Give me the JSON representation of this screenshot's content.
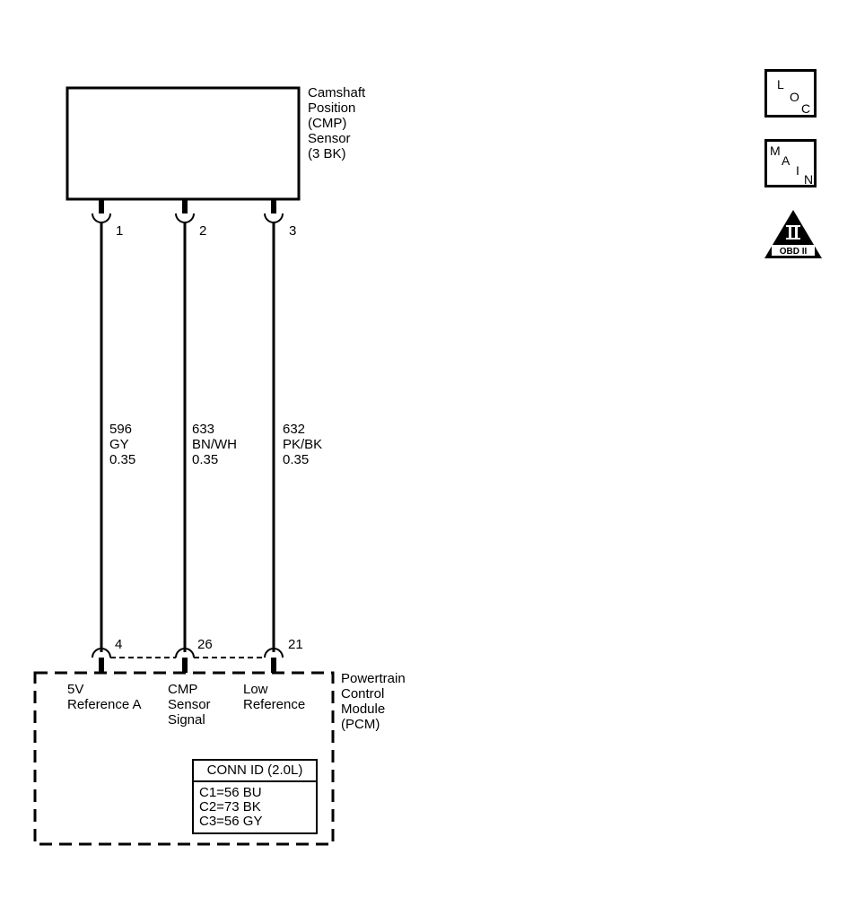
{
  "sensor": {
    "label": "Camshaft\nPosition\n(CMP)\nSensor\n(3 BK)",
    "pins": [
      "1",
      "2",
      "3"
    ]
  },
  "wires": [
    {
      "circuit": "596",
      "color": "GY",
      "gauge": "0.35"
    },
    {
      "circuit": "633",
      "color": "BN/WH",
      "gauge": "0.35"
    },
    {
      "circuit": "632",
      "color": "PK/BK",
      "gauge": "0.35"
    }
  ],
  "module": {
    "label": "Powertrain\nControl\nModule\n(PCM)",
    "pins": [
      "4",
      "26",
      "21"
    ],
    "terminal_labels": [
      "5V\nReference A",
      "CMP\nSensor\nSignal",
      "Low\nReference"
    ],
    "conn_id": {
      "title": "CONN ID (2.0L)",
      "rows": [
        "C1=56 BU",
        "C2=73 BK",
        "C3=56 GY"
      ]
    }
  },
  "icons": {
    "loc": {
      "name": "loc-icon",
      "letters": [
        "L",
        "O",
        "C"
      ]
    },
    "main": {
      "name": "main-icon",
      "letters": [
        "M",
        "A",
        "I",
        "N"
      ]
    },
    "obd": {
      "name": "obd-ii-icon",
      "glyph": "II",
      "caption": "OBD II"
    }
  }
}
